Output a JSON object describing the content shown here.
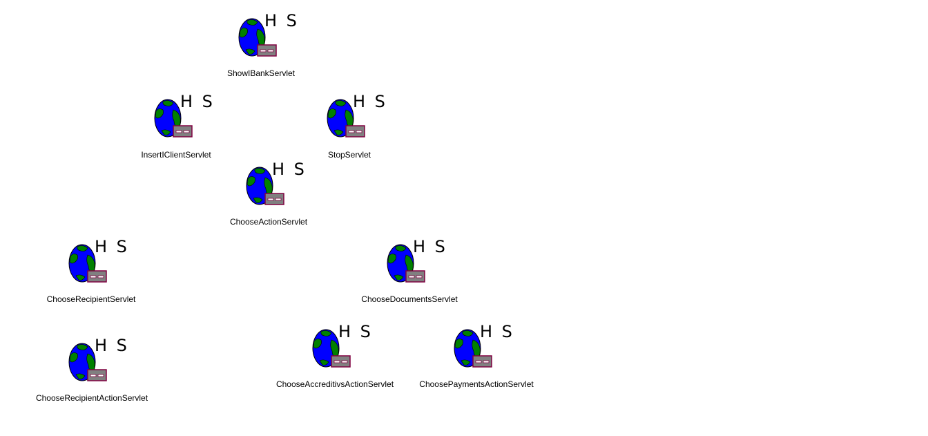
{
  "colors": {
    "ocean": "#0000ff",
    "land": "#008000",
    "outline": "#000000",
    "server_box": "#808080",
    "server_border": "#800040",
    "text": "#000000",
    "background": "#ffffff"
  },
  "icon": {
    "name": "http-servlet-icon",
    "badge_text": "H S"
  },
  "servlets": [
    {
      "id": "show-bank",
      "name": "ShowIBankServlet"
    },
    {
      "id": "insert-client",
      "name": "InsertIClientServlet"
    },
    {
      "id": "stop",
      "name": "StopServlet"
    },
    {
      "id": "choose-action",
      "name": "ChooseActionServlet"
    },
    {
      "id": "choose-recipient",
      "name": "ChooseRecipientServlet"
    },
    {
      "id": "choose-documents",
      "name": "ChooseDocumentsServlet"
    },
    {
      "id": "choose-recipient-action",
      "name": "ChooseRecipientActionServlet"
    },
    {
      "id": "choose-accreditivs-action",
      "name": "ChooseAccreditivsActionServlet"
    },
    {
      "id": "choose-payments-action",
      "name": "ChoosePaymentsActionServlet"
    }
  ]
}
